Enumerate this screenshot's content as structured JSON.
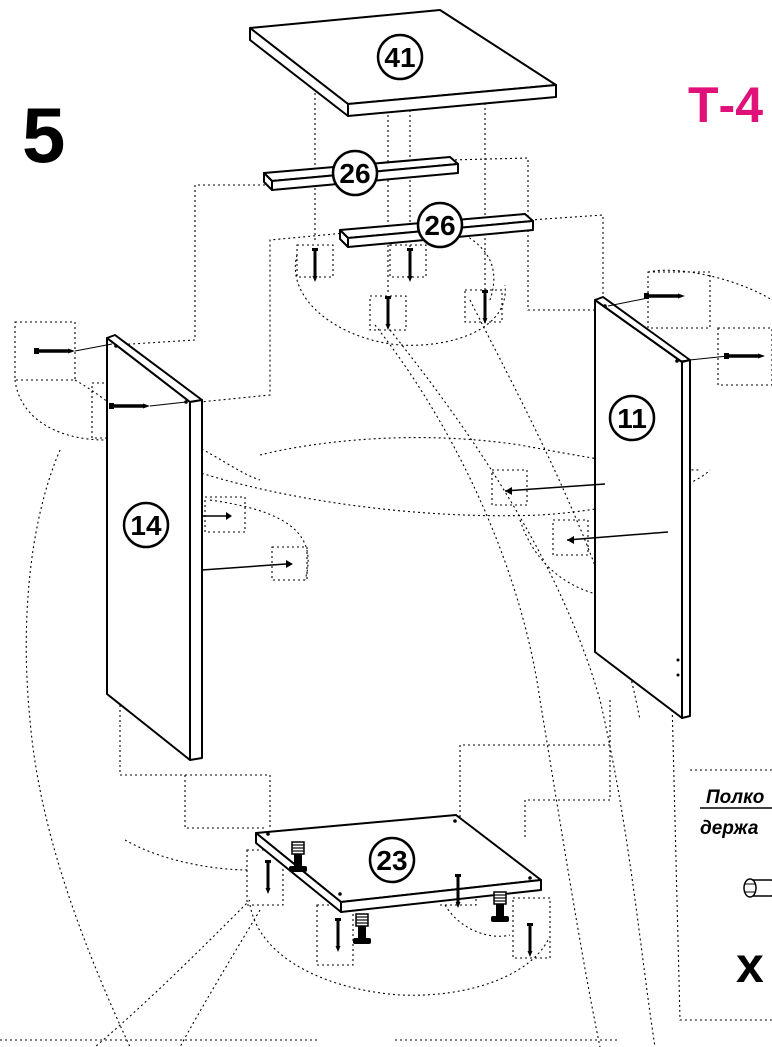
{
  "step": {
    "number": "5"
  },
  "model_code": {
    "text": "Т-4",
    "color": "#e0127a"
  },
  "parts": {
    "top_panel": {
      "number": "41"
    },
    "rail_front": {
      "number": "26"
    },
    "rail_back": {
      "number": "26"
    },
    "side_right": {
      "number": "11"
    },
    "side_left": {
      "number": "14"
    },
    "bottom_panel": {
      "number": "23"
    }
  },
  "shelf_holder": {
    "line1": "Полко",
    "line2": "держа",
    "qty_prefix": "x"
  },
  "icons": [
    "screw-icon",
    "confirmat-screw-icon",
    "adjustable-leg-icon",
    "shelf-holder-icon"
  ]
}
